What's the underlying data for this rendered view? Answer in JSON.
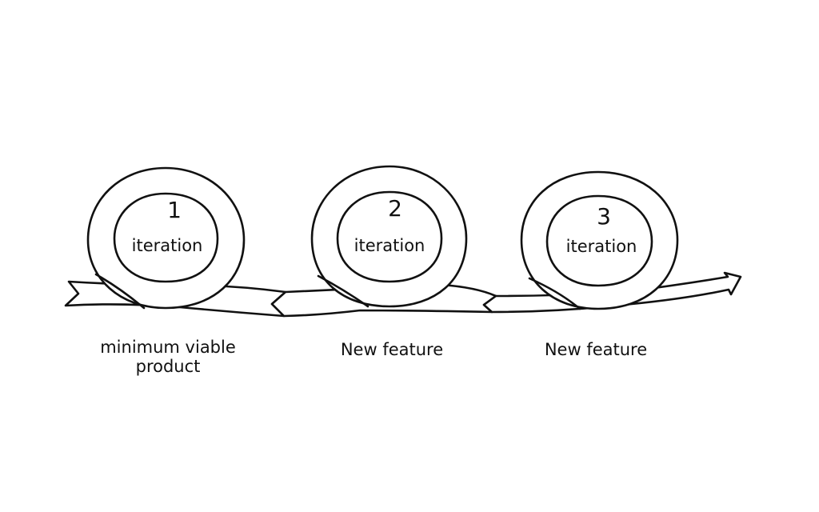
{
  "loops": [
    {
      "number": "1",
      "text": "iteration"
    },
    {
      "number": "2",
      "text": "iteration"
    },
    {
      "number": "3",
      "text": "iteration"
    }
  ],
  "captions": [
    "minimum viable\nproduct",
    "New feature",
    "New feature"
  ]
}
